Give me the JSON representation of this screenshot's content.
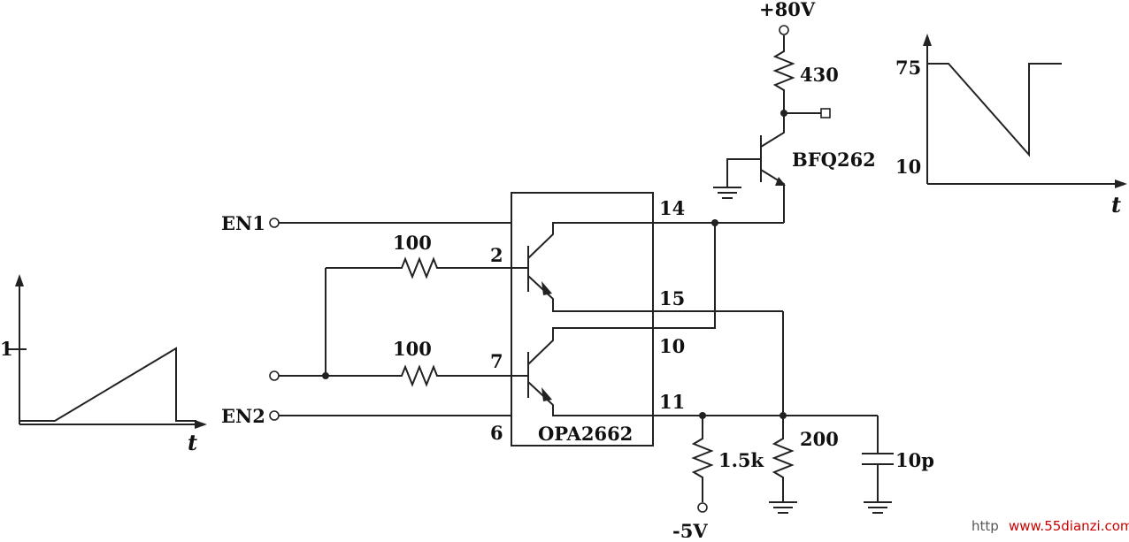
{
  "diagram": {
    "supply_pos": "+80V",
    "supply_neg": "-5V",
    "chip": "OPA2662",
    "transistor": "BFQ262",
    "inputs": {
      "en1": "EN1",
      "en2": "EN2"
    },
    "pins": {
      "p2": "2",
      "p7": "7",
      "p6": "6",
      "p14": "14",
      "p15": "15",
      "p10": "10",
      "p11": "11"
    },
    "resistors": {
      "r_top": "430",
      "r_in1": "100",
      "r_in2": "100",
      "r_1k5": "1.5k",
      "r_200": "200"
    },
    "capacitor": "10p"
  },
  "input_graph": {
    "y_tick": "1",
    "x_axis": "t"
  },
  "output_graph": {
    "y_high": "75",
    "y_low": "10",
    "x_axis": "t"
  },
  "watermark": {
    "prefix": "http",
    "site": "www.55dianzi.com"
  }
}
